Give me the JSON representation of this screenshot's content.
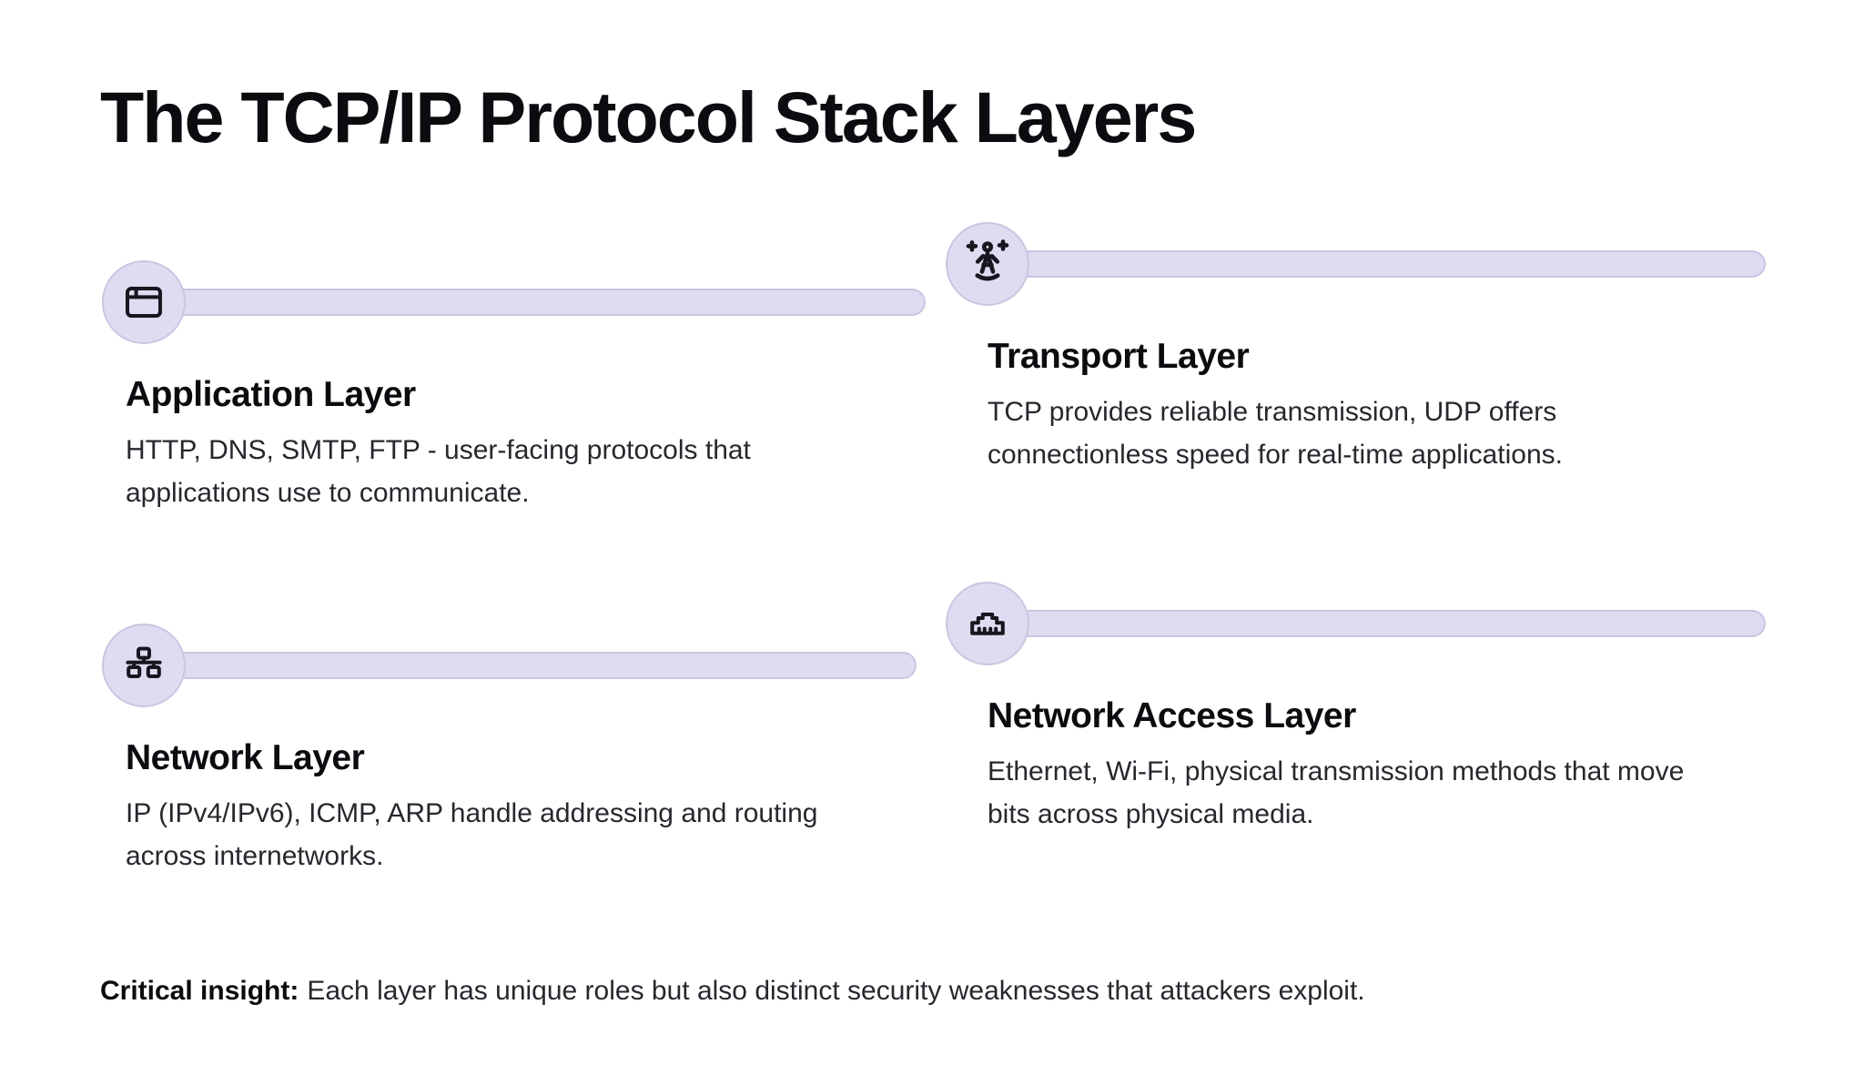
{
  "page": {
    "title": "The TCP/IP Protocol Stack Layers"
  },
  "colors": {
    "accent-fill": "#dedcf0",
    "accent-border": "#c9c6e1",
    "icon-stroke": "#16171f",
    "heading": "#0b0c0f",
    "body": "#27282e"
  },
  "layers": [
    {
      "icon": "app-window-icon",
      "title": "Application Layer",
      "description": "HTTP, DNS, SMTP, FTP - user-facing protocols that\napplications use to communicate."
    },
    {
      "icon": "person-sparkles-icon",
      "title": "Transport Layer",
      "description": "TCP provides reliable transmission, UDP offers\nconnectionless speed for real-time applications."
    },
    {
      "icon": "network-topology-icon",
      "title": "Network Layer",
      "description": "IP (IPv4/IPv6), ICMP, ARP handle addressing and routing\nacross internetworks."
    },
    {
      "icon": "ethernet-port-icon",
      "title": "Network Access Layer",
      "description": "Ethernet, Wi-Fi, physical transmission methods that move\nbits across physical media."
    }
  ],
  "footer": {
    "label": "Critical insight:",
    "text": "Each layer has unique roles but also distinct security weaknesses that attackers exploit."
  }
}
